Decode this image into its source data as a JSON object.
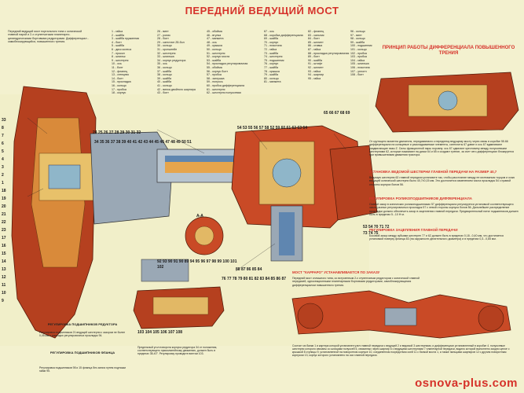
{
  "title": "ПЕРЕДНИЙ ВЕДУЩИЙ МОСТ",
  "intro": "Передний ведущий мост портального типа с конической главной парой и 2-х ступенчатыми планетарно-цилиндрическими бортовыми редукторами. Дифференциал - самоблокирующийся, повышенного трения.",
  "legend": {
    "col1": "1 - гайка\n2 - шайба\n3 - шайба пружинная\n4 - болт\n5 - шайба\n6 - диск колеса\n7 - прокол\n8 - шпильк\n9 - шестерня\n10 - ось\n11 - болт\n12 - фланец\n13 - сгенцево\n14 - болт\n15 - прокладка\n16 - кольцо\n17 - пробка\n18 - корпус\n19 - кольцо\n20 - подшипник\n21 - кольцо стопорное\n22 - подшипник\n23 - водило\n24 - кольцо\n25 - ось сателлита",
    "col2": "26 - винт\n27 - ролик\n28 - болт\n29 - сателлит Z8-бол\n30 - кольцо\n31 - кронштейн\n32 - шестерня\n33 - шпилька\n34 - корпус редуктора\n35 - ось\n36 - кольцо\n37 - шайба\n38 - кольцо\n39 - шайба\n40 - шайба\n41 - кольцо\n42 - вилка двойного шарнира\n43 - болт\n44 - прокладка\n45 - корпус поворотного кулака\n46 - шайба",
    "col3": "45 - обойма\n46 - втулка\n47 - манжета\n48 - ось\n49 - крышка\n50 - кольцо\n51 - шестерня\n52 - корпус моста\n53 - шайба\n54 - прокладка регулировочная\n55 - обойма\n56 - корпус болт\n57 - пробка\n58 - заглушка\n59 - полуось\n60 - пробка дифференциала\n61 - шестерня\n62 - шестерня полуосевая\n63 - шайба\n64 - диск промежуточный\n65 - кольцо\n66 - сателлит",
    "col4": "67 - ось\n68 - коробка дифференциала\n69 - шайба\n70 - корпус\n71 - пластина\n72 - гайка\n73 - шайба\n74 - шестерня\n75 - подшипник\n76 - корпус\n77 - шайба\n78 - крышка\n79 - шайба\n80 - кольцо\n81 - манжета",
    "col5": "82 - фланец\n83 - сальник\n84 - болт\n85 - шплинт\n86 - ставка\n87 - гайка\n88 - прокладка регулировочная\n89 - болт\n90 - шайба\n91 - штифт\n92 - шплинт\n93 - гайка\n94 - шарнир\n95 - гайка",
    "col6": "96 - кольцо\n97 - винт\n98 - кольцо\n99 - шайба\n100 - подшипник\n101 - кольцо\n102 - пробка\n103 - пробка\n104 - гайка\n105 - шпилька\n106 - пластина\n107 - уплотн\n108 - болт"
  },
  "diff_principle": {
    "heading": "ПРИНЦИП РАБОТЫ ДИФФЕРЕНЦИАЛА ПОВЫШЕННОГО ТРЕНИЯ",
    "text": "От крутящего момента двигателя, передаваемого к переднему ведущему мосту через связь в коробке 55.66 дифференциала на кольцевые и раскладываемые элементы, сателлиты 67 давят и ось 67 вдавливают раздвигающие пазы Z. Силы фрикционной пары поровну: ось 67 сдвигают крестовину между полуосевыми шестернями 62, которые нажимают на диски 64 и 65 и создают трение, за счет чего дифференциал блокируется при привышениями движения трактора."
  },
  "adjust_gear": {
    "heading": "УСТАНОВКА ВЕДОМОЙ ШЕСТЕРНИ ГЛАВНОЙ ПЕРЕДАЧИ НА РАЗМЕР 40,7",
    "text": "Ведомую шестерню 62 главной передачи установите так, чтобы расстояние между ее монтажным торцом и осью ведущей конической шестерни было 40,7±0,15 мм. Это достигается изменением числа прокладок 54 с правой стороны корпуса болов 56."
  },
  "adjust_diff": {
    "heading": "РЕГУЛИРОВКА РОЛИКОПОДШИПНИКОВ ДИФФЕРЕНЦИАЛА",
    "text": "Осевой зазор в конических роликоподшипниках 57 дифференциала регулируется установкой соответствующего числа разных регулировочных прокладок 57 с левой стороны корпуса болов 56. Дальнейшее распределение прокладки должно обеспечить зазор в зацеплении главной передачи. Предварительный натяг подшипников должен быть в пределах 5...10 Н·м."
  },
  "adjust_main": {
    "heading": "РЕГУЛИРОВКА ЗАЦЕПЛЕНИЯ ГЛАВНОЙ ПЕРЕДАЧИ",
    "text": "Боковой зазор между зубьями шестерен 77 и 62 должен быть в пределах 0,18...0,40 мм, что достигается установкой поверху фланца 83 (на окружности делительного диаметра) и в пределах 0,3...0,65 мм."
  },
  "carraro": {
    "heading": "МОСТ \"КАРРАРО\" УСТАНАВЛИВАЕТСЯ ПО ЗАКАЗУ",
    "text": "Передний мост сплошного типа, со встроенным 2-х ступенчатым редуктором с конической главной передачей, односекционными планетарными бортовыми редукторами, самоблокирующимся дифференциалом повышенного трения."
  },
  "bottom_left": {
    "bearing_reducer_heading": "РЕГУЛИРОВКА ПОДШИПНИКОВ РЕДУКТОРА",
    "bearing_reducer_text": "Регулировка подшипников 21 ведущей шестерни с зазором не более 0,05 мм с помощью регулировочных прокладок 94.",
    "flange_heading": "РЕГУЛИРОВКА ПОДШИПНИКОВ ФЛАНЦА",
    "flange_text": "Регулировка подшипников 98 и 15 фланца без затяга путем подтяжки гайки 95.",
    "mid_text": "Предельный угол поворота корпуса редуктора 34 от положения, соответствующего прямолинейному движению, должен быть в пределах 38-40°. Регулировку проводите винтом 103.",
    "bottom_right_text": "Состоит из балки 1 и картера которой установлен узел главной передачи с ведущей 2 и ведомой 3 шестернями, и дифференциал установленный в коробке 4. полуосевые шестерни которого связаны со шлицами полуосей 5, связанных через шарнир 6 с ведущими шестернями 7 планетарной передачи, водило которой выполнено заодно целое с крышкой 8 ступицы 9, установленной на поворотном корпусе 10, соединенном посредством осей 11 с балкой моста 1, а также пальцами шарниров 12 с другим поворотным корпусом 13, корпус которого установлено на оси главной передачи."
  },
  "section_label": "А-А",
  "callout_numbers": {
    "top_row": "54 53 55 56 57 58 52 59 60 61 62 63 64",
    "top_right": "65 66 67 68 69",
    "mid_row": "24 25 26 27 28 29 30 31 32",
    "mid_row2": "34 35 36 37 38 39 40 41 42 43 44 45 46 47 48 49 50 51",
    "bottom_row": "76 77 78 79 80 81 82 83 84 85 86 87",
    "bottom_row2": "88 87 86 85 84",
    "left_col": "33 8 7 6 5 4 3 2 1 18 19 20 21 22 23 17 16 15 14 13 12 11 10 9",
    "lower_left": "103 104 105 106 107 108",
    "lower_mid": "92 93 90 91 90 89 94 95 96 97 98 99 100 101 102",
    "right_col": "53 54 70 71 72 73 74 75"
  },
  "watermark": "osnova-plus.com"
}
